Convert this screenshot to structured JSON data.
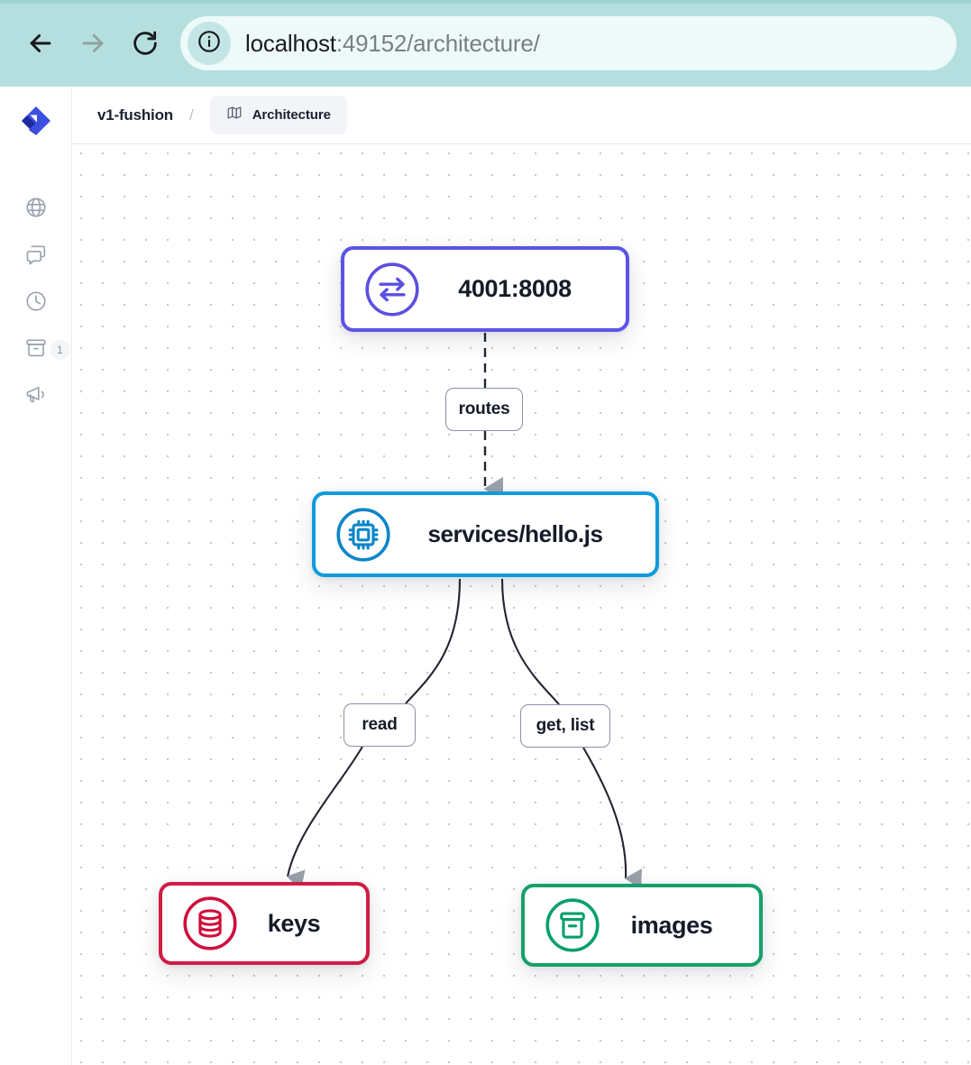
{
  "browser": {
    "back_icon": "arrow-left-icon",
    "forward_icon": "arrow-right-icon",
    "reload_icon": "reload-icon",
    "site_info_icon": "info-circle-icon",
    "url_host": "localhost",
    "url_rest": ":49152/architecture/",
    "url_full": "localhost:49152/architecture/",
    "chrome_color": "#b5dfdf",
    "url_pill_color": "#eefafa"
  },
  "sidebar": {
    "logo_name": "app-logo",
    "logo_color": "#3b4fe0",
    "items": [
      {
        "icon": "globe-icon",
        "name": "sidebar-item-globe",
        "badge": ""
      },
      {
        "icon": "chat-icon",
        "name": "sidebar-item-chat",
        "badge": ""
      },
      {
        "icon": "clock-icon",
        "name": "sidebar-item-clock",
        "badge": ""
      },
      {
        "icon": "archive-icon",
        "name": "sidebar-item-archive",
        "badge": "1"
      },
      {
        "icon": "megaphone-icon",
        "name": "sidebar-item-megaphone",
        "badge": ""
      }
    ]
  },
  "topbar": {
    "project": "v1-fushion",
    "separator": "/",
    "page_icon": "map-icon",
    "page_label": "Architecture"
  },
  "graph": {
    "nodes": [
      {
        "id": "gateway",
        "label": "4001:8008",
        "icon": "exchange-arrows-icon",
        "color": "#5b4fe0",
        "type": "gateway"
      },
      {
        "id": "service",
        "label": "services/hello.js",
        "icon": "cpu-chip-icon",
        "color": "#0b86c9",
        "type": "service"
      },
      {
        "id": "keys",
        "label": "keys",
        "icon": "database-icon",
        "color": "#cf0f3c",
        "type": "database"
      },
      {
        "id": "images",
        "label": "images",
        "icon": "bucket-icon",
        "color": "#06a06a",
        "type": "bucket"
      }
    ],
    "edges": [
      {
        "from": "gateway",
        "to": "service",
        "label": "routes",
        "style": "dashed"
      },
      {
        "from": "service",
        "to": "keys",
        "label": "read",
        "style": "solid"
      },
      {
        "from": "service",
        "to": "images",
        "label": "get, list",
        "style": "solid"
      }
    ]
  }
}
